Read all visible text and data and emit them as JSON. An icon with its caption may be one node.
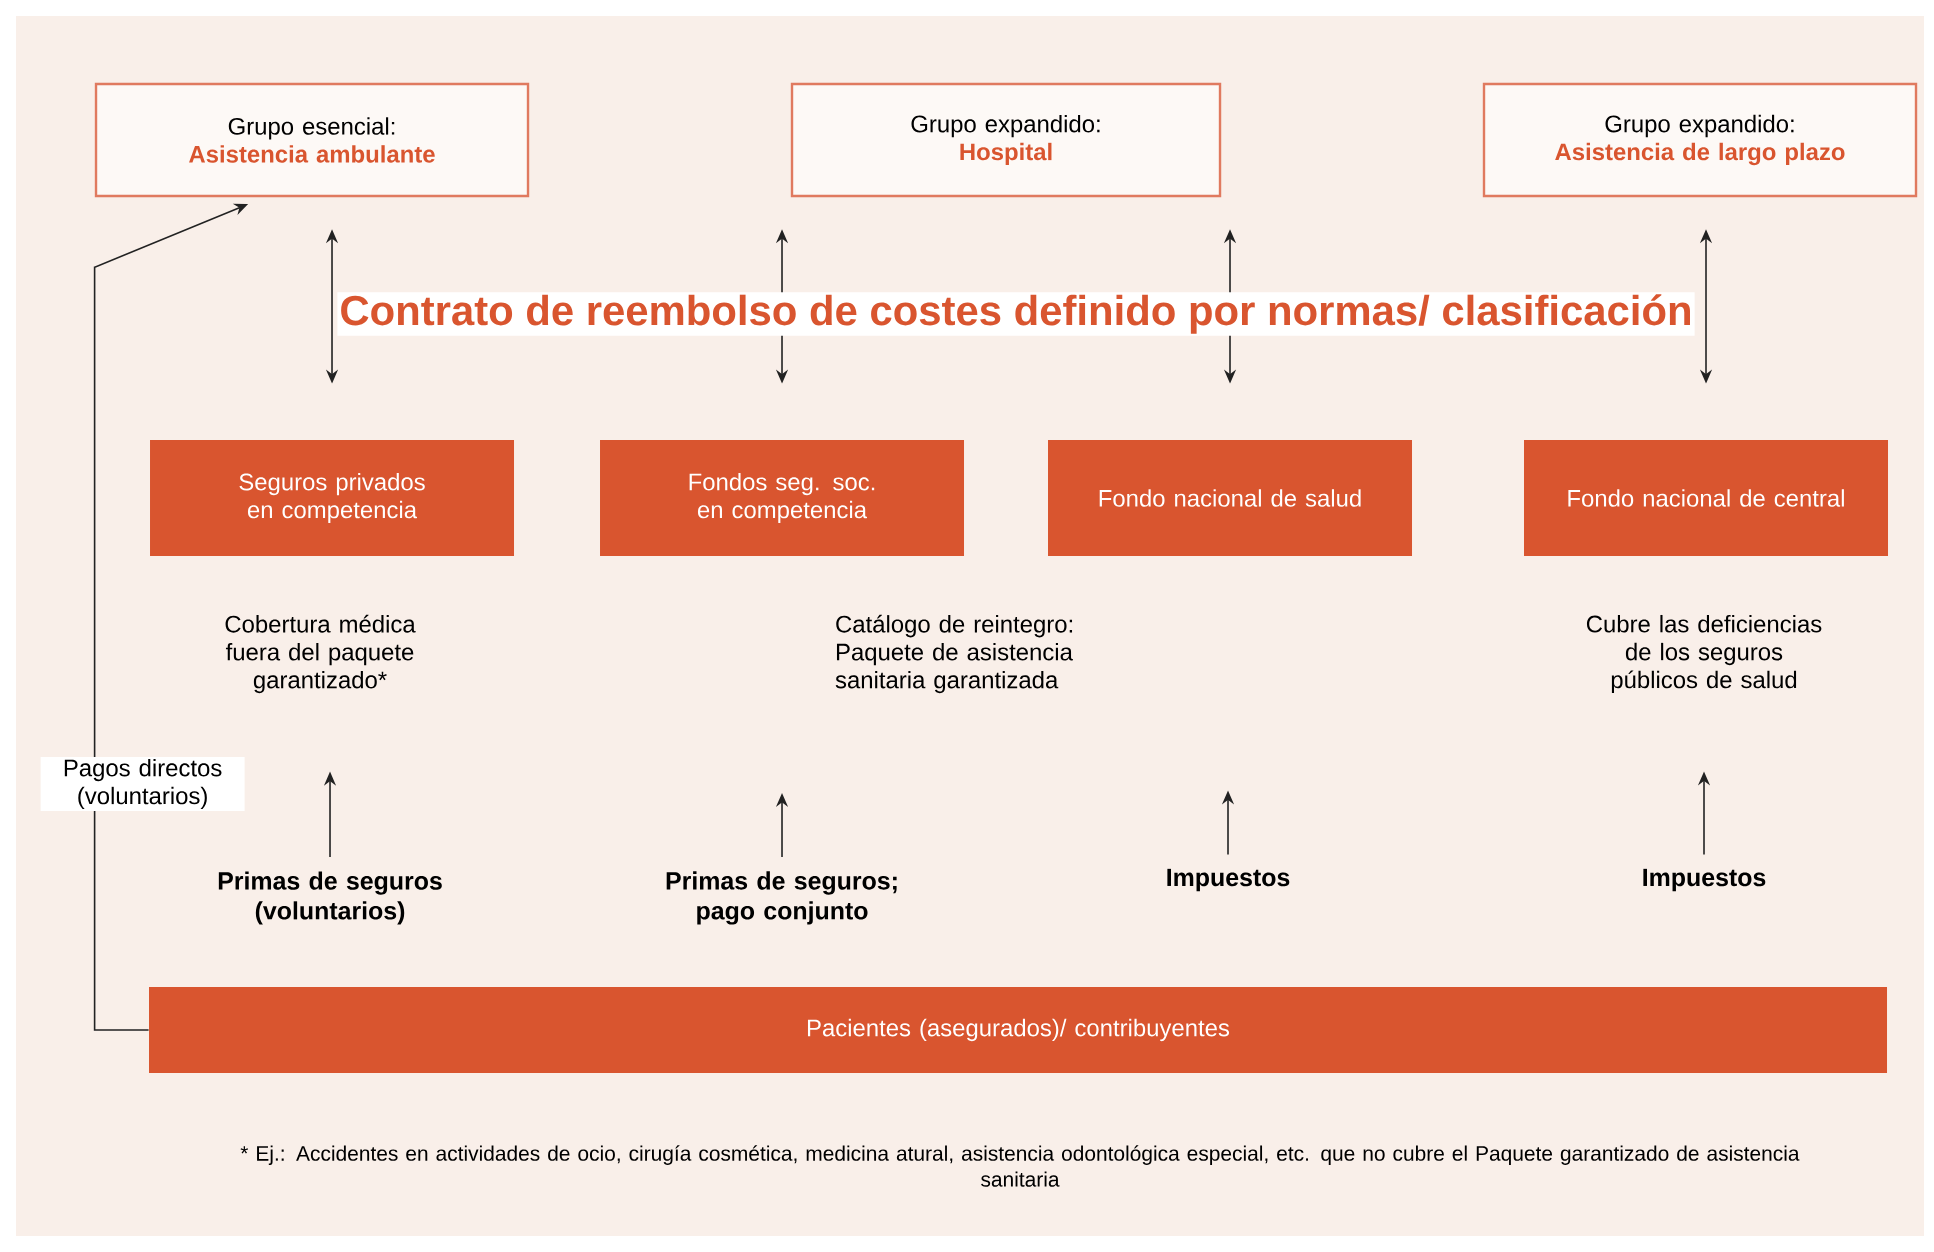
{
  "diagram": {
    "title": "Contrato de reembolso de costes definido por normas/ clasificación",
    "caption": "* Ej.: Accidentes en actividades de ocio, cirugía cosmética, medicina atural, asistencia odontológica especial, etc. que no cubre el Paquete garantizado de asistencia sanitaria",
    "nodes": [
      {
        "text": [
          "Grupo esencial:",
          "Asistencia ambulante"
        ]
      },
      {
        "text": [
          "Grupo expandido:",
          "Hospital"
        ]
      },
      {
        "text": [
          "Grupo expandido:",
          "Asistencia de largo plazo"
        ]
      },
      {
        "text": [
          "Seguros privados en competencia"
        ]
      },
      {
        "text": [
          "Fondos seg. soc. en competencia"
        ]
      },
      {
        "text": [
          "Fondo nacional de salud"
        ]
      },
      {
        "text": [
          "Fondo nacional de central"
        ]
      },
      {
        "text": [
          "Cobertura médica fuera del paquete garantizado*"
        ]
      },
      {
        "text": [
          "Cubre las deficiencias de los seguros públicos de salud"
        ]
      },
      {
        "text": [
          "Primas de seguros (voluntarios)"
        ]
      },
      {
        "text": [
          "Primas de seguros; pago conjunto"
        ]
      },
      {
        "text": [
          "Impuestos"
        ]
      },
      {
        "text": [
          "Impuestos"
        ]
      },
      {
        "text": [
          "Pacientes (asegurados)/ contribuyentes"
        ]
      }
    ],
    "edges": [
      {
        "from": 0,
        "to": 3,
        "arrow": "both"
      },
      {
        "from": 1,
        "to": 4,
        "arrow": "both"
      },
      {
        "from": 1,
        "to": 5,
        "arrow": "both"
      },
      {
        "from": 2,
        "to": 6,
        "arrow": "both"
      },
      {
        "from": 9,
        "to": 7,
        "arrow": "to"
      },
      {
        "from": 10,
        "to": null,
        "arrow": "to"
      },
      {
        "from": 11,
        "to": null,
        "arrow": "to"
      },
      {
        "from": 12,
        "to": 8,
        "arrow": "to"
      },
      {
        "from": 13,
        "to": 0,
        "arrow": "to",
        "label": "Pagos directos (voluntarios)"
      }
    ],
    "labels": [
      "Catálogo de reintegro: Paquete de asistencia sanitaria garantizada"
    ]
  }
}
